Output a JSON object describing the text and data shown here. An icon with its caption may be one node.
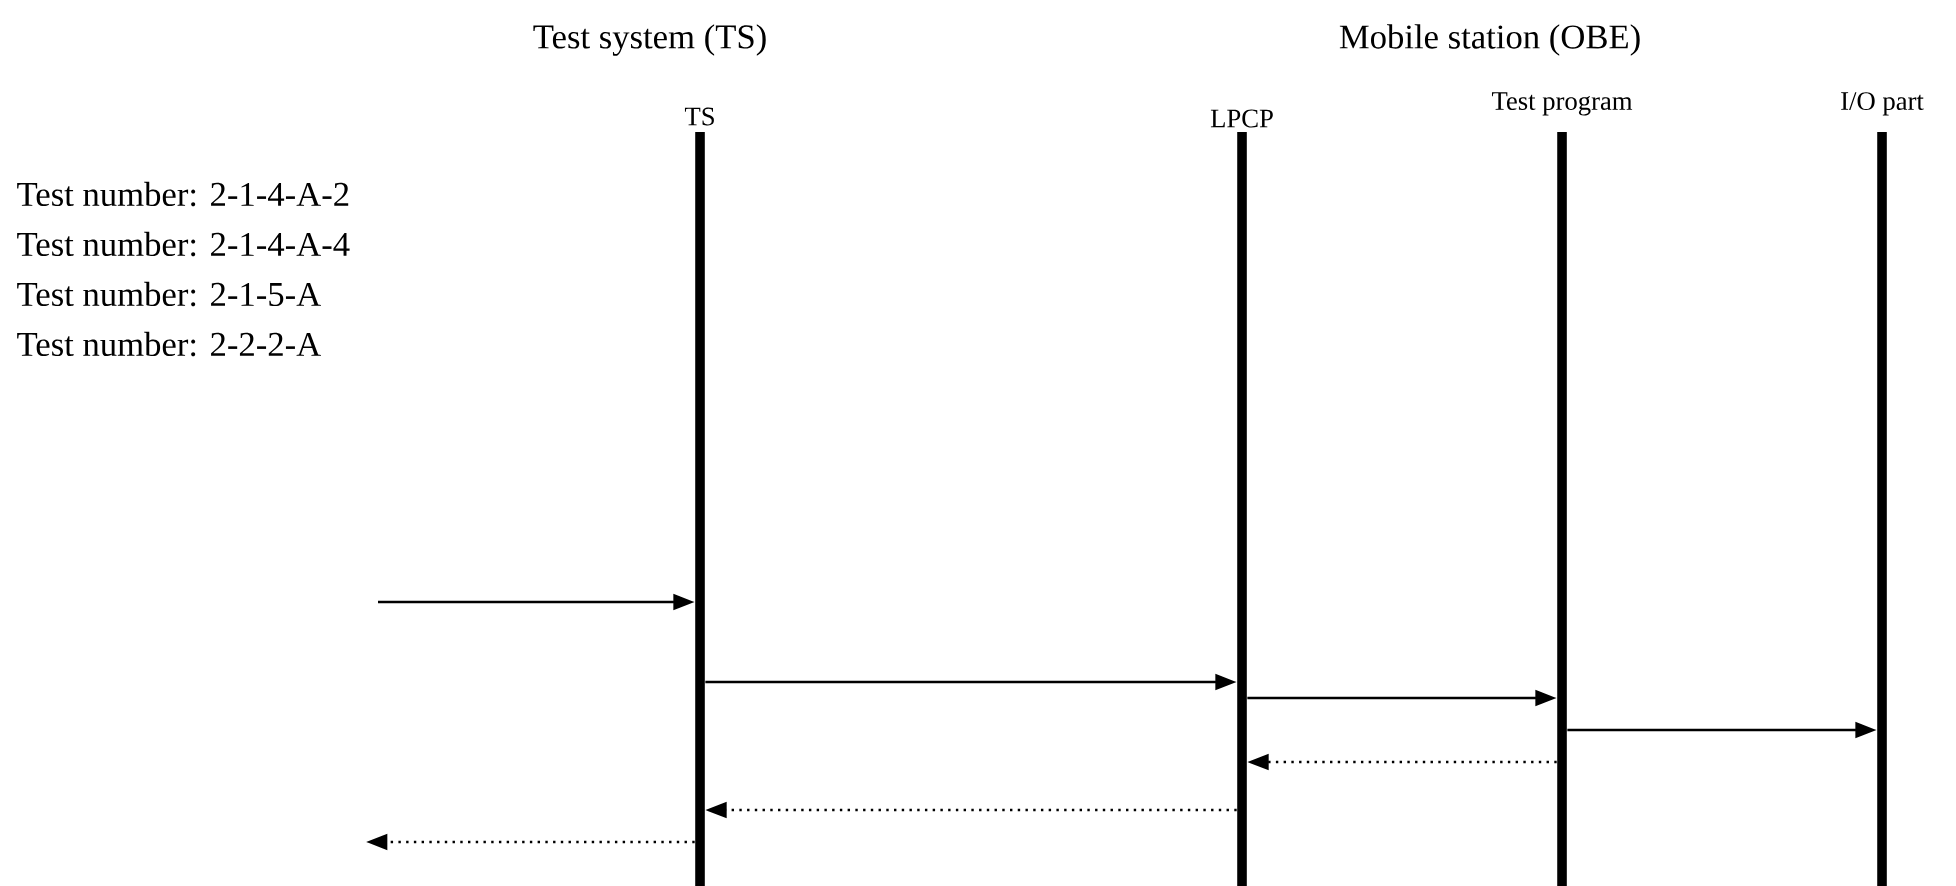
{
  "diagram": {
    "nodes": [
      {
        "text": [
          "TS"
        ]
      },
      {
        "text": [
          "LPCP"
        ]
      },
      {
        "text": [
          "Test program"
        ]
      },
      {
        "text": [
          "I/O part"
        ]
      }
    ],
    "edges": [
      {
        "from": null,
        "to": 0,
        "arrow": "to"
      },
      {
        "from": 0,
        "to": 1,
        "arrow": "to"
      },
      {
        "from": 1,
        "to": 2,
        "arrow": "to"
      },
      {
        "from": 2,
        "to": 3,
        "arrow": "to"
      },
      {
        "from": 2,
        "to": 1,
        "arrow": "to",
        "style": "dashed"
      },
      {
        "from": 1,
        "to": 0,
        "arrow": "to",
        "style": "dashed"
      },
      {
        "from": 0,
        "to": null,
        "arrow": "to",
        "style": "dashed"
      }
    ],
    "labels": [
      "Test system (TS)",
      "Mobile station (OBE)",
      "Test number: 2-1-4-A-2",
      "Test number: 2-1-4-A-4",
      "Test number: 2-1-5-A",
      "Test number: 2-2-2-A"
    ]
  }
}
